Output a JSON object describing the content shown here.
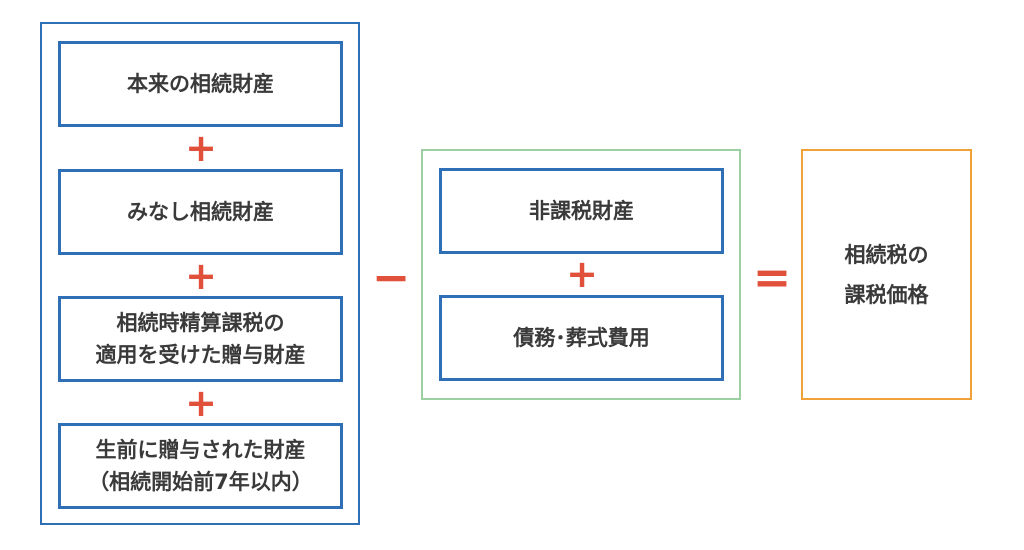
{
  "left_group": {
    "items": [
      {
        "label": "本来の相続財産"
      },
      {
        "label": "みなし相続財産"
      },
      {
        "label": "相続時精算課税の\n適用を受けた贈与財産"
      },
      {
        "label": "生前に贈与された財産\n（相続開始前7年以内）"
      }
    ],
    "plus_signs": [
      "+",
      "+",
      "+"
    ]
  },
  "operators": {
    "minus": "−",
    "equals": "=",
    "mid_plus": "+"
  },
  "mid_group": {
    "items": [
      {
        "label": "非課税財産"
      },
      {
        "label": "債務･葬式費用"
      }
    ]
  },
  "result": {
    "label": "相続税の\n課税価格"
  },
  "colors": {
    "blue": "#2f6fb5",
    "green": "#9ccfa2",
    "orange": "#f0a238",
    "red": "#e0503a",
    "text": "#3a3a3a"
  }
}
